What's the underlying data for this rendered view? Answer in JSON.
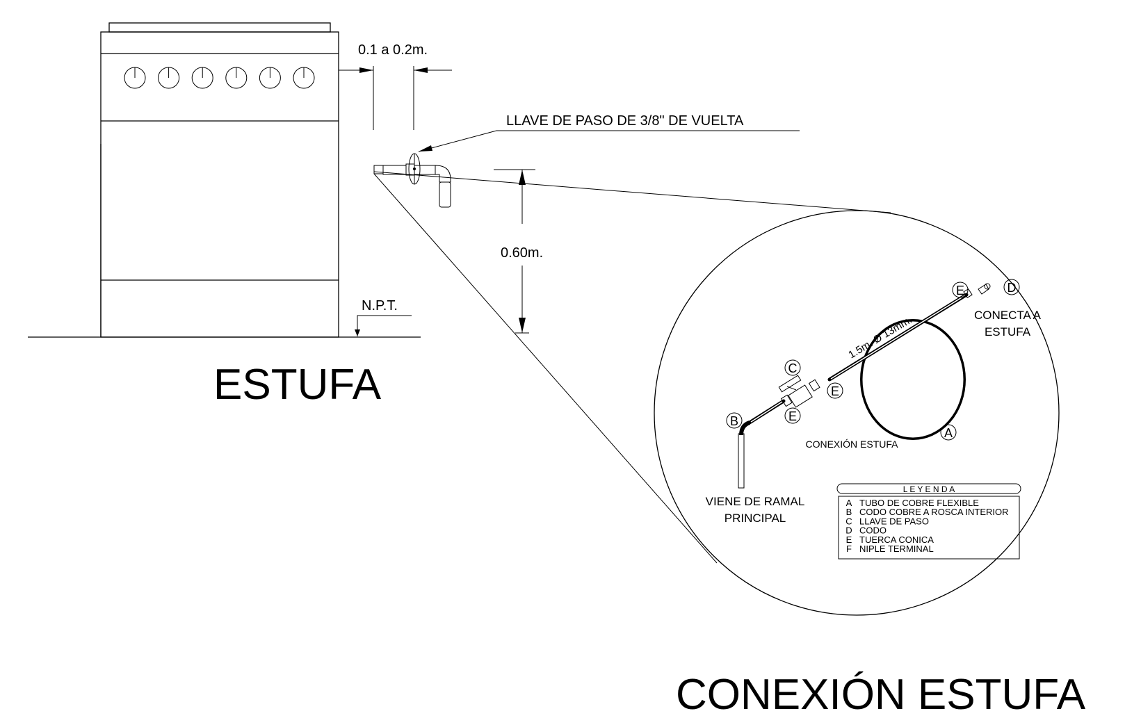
{
  "stove": {
    "title": "ESTUFA",
    "knob_count": 6,
    "floor_label": "N.P.T."
  },
  "dimensions": {
    "offset": "0.1 a 0.2m.",
    "height": "0.60m."
  },
  "valve_callout": "LLAVE DE PASO DE 3/8\" DE VUELTA",
  "detail": {
    "pipe_label": "1.5m. Ø 13mm.",
    "connects_to": [
      "CONECTA A",
      "ESTUFA"
    ],
    "comes_from": [
      "VIENE DE RAMAL",
      "PRINCIPAL"
    ],
    "caption": "CONEXIÓN ESTUFA",
    "markers": {
      "a": "A",
      "b": "B",
      "c": "C",
      "d": "D",
      "e_top": "E",
      "e_mid": "E",
      "e_low": "E"
    }
  },
  "legend": {
    "title": "L E Y E N D A",
    "items": [
      {
        "letter": "A",
        "text": "TUBO DE COBRE FLEXIBLE"
      },
      {
        "letter": "B",
        "text": "CODO COBRE A ROSCA INTERIOR"
      },
      {
        "letter": "C",
        "text": "LLAVE DE PASO"
      },
      {
        "letter": "D",
        "text": "CODO"
      },
      {
        "letter": "E",
        "text": "TUERCA CONICA"
      },
      {
        "letter": "F",
        "text": "NIPLE TERMINAL"
      }
    ]
  },
  "main_title": "CONEXIÓN ESTUFA"
}
